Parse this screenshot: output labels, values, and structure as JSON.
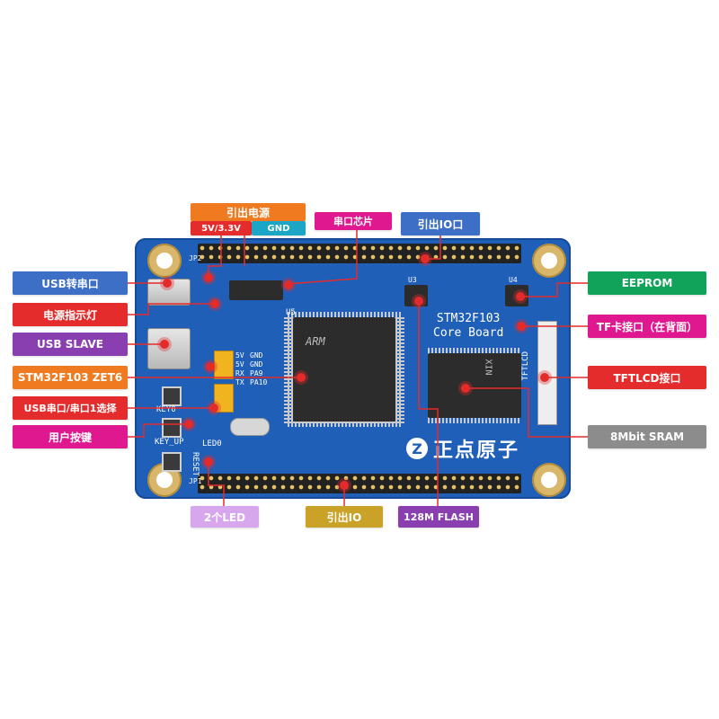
{
  "labels": {
    "power_out": "引出电源",
    "power_5v": "5V/3.3V",
    "power_gnd": "GND",
    "uart_chip": "串口芯片",
    "io_out_top": "引出IO口",
    "usb_uart": "USB转串口",
    "power_led": "电源指示灯",
    "usb_slave": "USB SLAVE",
    "mcu": "STM32F103 ZET6",
    "usb_uart_select": "USB串口/串口1选择",
    "user_keys": "用户按键",
    "eeprom": "EEPROM",
    "tf_card": "TF卡接口（在背面）",
    "tftlcd": "TFTLCD接口",
    "sram": "8Mbit SRAM",
    "leds": "2个LED",
    "io_out_bottom": "引出IO",
    "flash": "128M FLASH"
  },
  "board": {
    "title_line1": "STM32F103",
    "title_line2": "Core Board",
    "brand": "正点原子",
    "brand_mark": "Z",
    "silk_key0": "KEY0",
    "silk_keyup": "KEY_UP",
    "silk_reset": "RESET",
    "silk_led0": "LED0",
    "silk_jp2": "JP2",
    "silk_jp1": "JP1",
    "silk_u3": "U3",
    "silk_u4": "U4",
    "silk_u5": "U5",
    "silk_tftlcd": "TFTLCD",
    "mcu_marking": "ARM",
    "sram_marking": "XIN",
    "pin_labels": [
      "5V",
      "GND",
      "5V",
      "GND",
      "RX",
      "PA9",
      "TX",
      "PA10"
    ]
  },
  "colors": {
    "blue": "#3d6fc6",
    "red": "#e42c2c",
    "purple": "#8a3fb0",
    "orange": "#f07a20",
    "magenta": "#e0188f",
    "green": "#12a35a",
    "gray": "#8c8c8c",
    "gold": "#c9a227",
    "lavender": "#d6a7ec",
    "cyan": "#1aa6c4",
    "board": "#1f5fb8"
  }
}
